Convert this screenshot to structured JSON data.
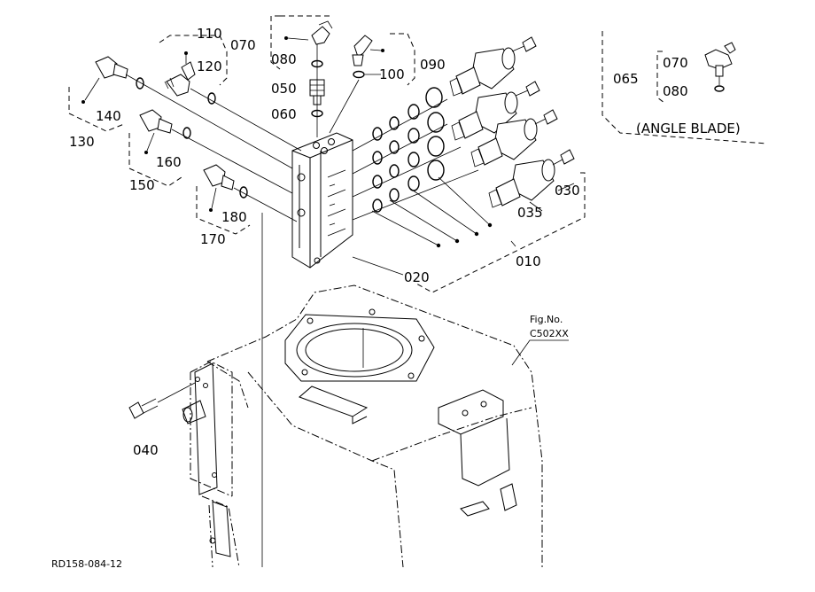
{
  "figure_label": "Fig.No.",
  "figure_number": "C502XX",
  "drawing_code": "RD158-084-12",
  "angle_blade_note": "(ANGLE BLADE)",
  "part_numbers": {
    "p010": "010",
    "p020": "020",
    "p030": "030",
    "p035": "035",
    "p040": "040",
    "p050": "050",
    "p060": "060",
    "p065": "065",
    "p070": "070",
    "p080": "080",
    "p090": "090",
    "p100": "100",
    "p110": "110",
    "p120": "120",
    "p130": "130",
    "p140": "140",
    "p150": "150",
    "p160": "160",
    "p170": "170",
    "p180": "180"
  }
}
